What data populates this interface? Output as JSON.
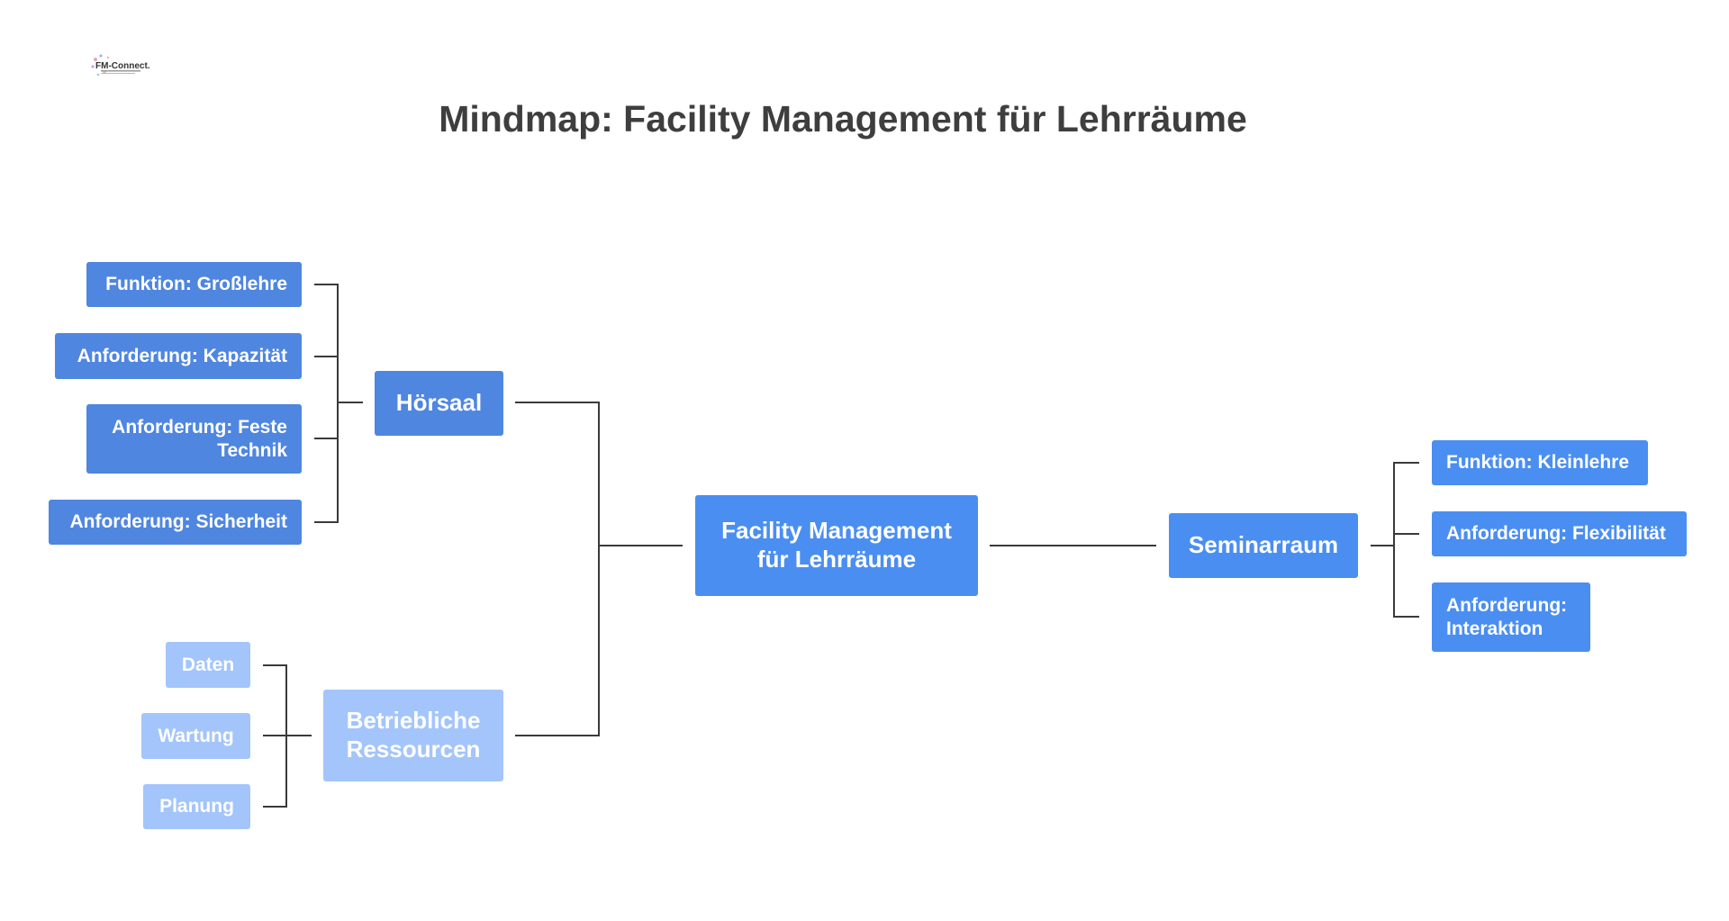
{
  "title": "Mindmap: Facility Management für Lehrräume",
  "logo": {
    "text": "FM-Connect.com"
  },
  "root": {
    "line1": "Facility Management",
    "line2": "für Lehrräume"
  },
  "hoersaal": {
    "label": "Hörsaal",
    "children": [
      {
        "line1": "Funktion: Großlehre"
      },
      {
        "line1": "Anforderung: Kapazität"
      },
      {
        "line1": "Anforderung: Feste",
        "line2": "Technik"
      },
      {
        "line1": "Anforderung: Sicherheit"
      }
    ]
  },
  "betrieb": {
    "line1": "Betriebliche",
    "line2": "Ressourcen",
    "children": [
      {
        "line1": "Daten"
      },
      {
        "line1": "Wartung"
      },
      {
        "line1": "Planung"
      }
    ]
  },
  "seminarraum": {
    "label": "Seminarraum",
    "children": [
      {
        "line1": "Funktion: Kleinlehre"
      },
      {
        "line1": "Anforderung: Flexibilität"
      },
      {
        "line1": "Anforderung:",
        "line2": "Interaktion"
      }
    ]
  },
  "colors": {
    "dark_node": "#4f86e0",
    "root_node": "#4a8ef1",
    "light_node": "#a3c5fb",
    "connector": "#3a3a3a",
    "title": "#3e3e3e"
  }
}
